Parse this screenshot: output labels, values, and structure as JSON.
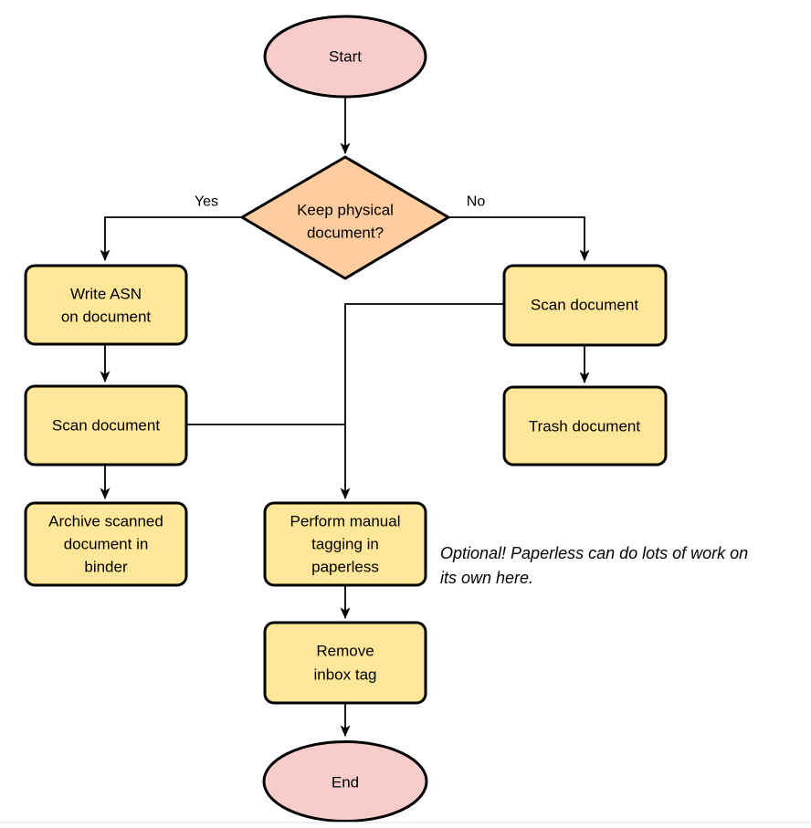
{
  "colors": {
    "terminator_fill": "#f9cccc",
    "decision_fill": "#ffcc9f",
    "process_fill": "#ffe699",
    "line": "#000000",
    "page_edge": "#ececec"
  },
  "nodes": {
    "start": {
      "label": "Start"
    },
    "decision": {
      "line1": "Keep physical",
      "line2": "document?"
    },
    "write_asn": {
      "line1": "Write ASN",
      "line2": "on document"
    },
    "scan_left": {
      "label": "Scan document"
    },
    "archive": {
      "line1": "Archive scanned",
      "line2": "document in",
      "line3": "binder"
    },
    "scan_right": {
      "label": "Scan document"
    },
    "trash": {
      "label": "Trash document"
    },
    "tagging": {
      "line1": "Perform manual",
      "line2": "tagging in",
      "line3": "paperless"
    },
    "remove_inbox": {
      "line1": "Remove",
      "line2": "inbox tag"
    },
    "end": {
      "label": "End"
    }
  },
  "edge_labels": {
    "yes": "Yes",
    "no": "No"
  },
  "note": {
    "line1": "Optional! Paperless can do lots of work on",
    "line2": "its own here."
  }
}
